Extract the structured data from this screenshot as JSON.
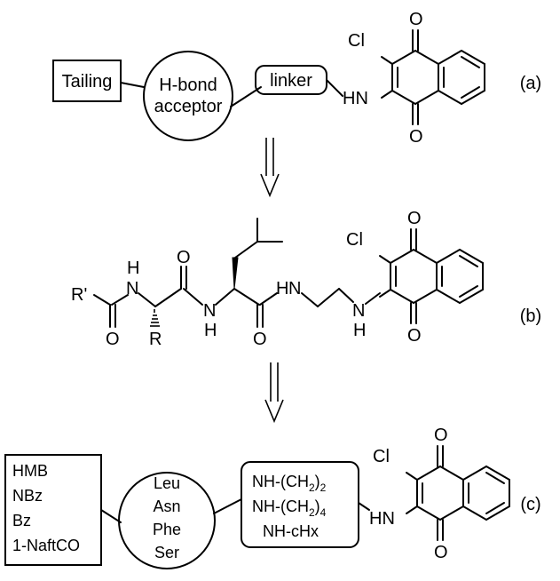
{
  "panel_a": {
    "tailing": "Tailing",
    "hbond_1": "H-bond",
    "hbond_2": "acceptor",
    "linker": "linker",
    "panel_label": "(a)"
  },
  "panel_b": {
    "r_prime": "R'",
    "r": "R",
    "panel_label": "(b)"
  },
  "panel_c": {
    "tailing_options": [
      "HMB",
      "NBz",
      "Bz",
      "1-NaftCO"
    ],
    "amino_acids": [
      "Leu",
      "Asn",
      "Phe",
      "Ser"
    ],
    "linkers": [
      {
        "prefix": "NH-(CH",
        "sub": "2",
        "suffix": ")",
        "sub2": "2"
      },
      {
        "prefix": "NH-(CH",
        "sub": "2",
        "suffix": ")",
        "sub2": "4"
      },
      {
        "prefix": "NH-cHx",
        "sub": "",
        "suffix": "",
        "sub2": ""
      }
    ],
    "panel_label": "(c)"
  },
  "atoms": {
    "cl": "Cl",
    "o": "O",
    "hn": "HN",
    "nh": "N",
    "h": "H"
  }
}
